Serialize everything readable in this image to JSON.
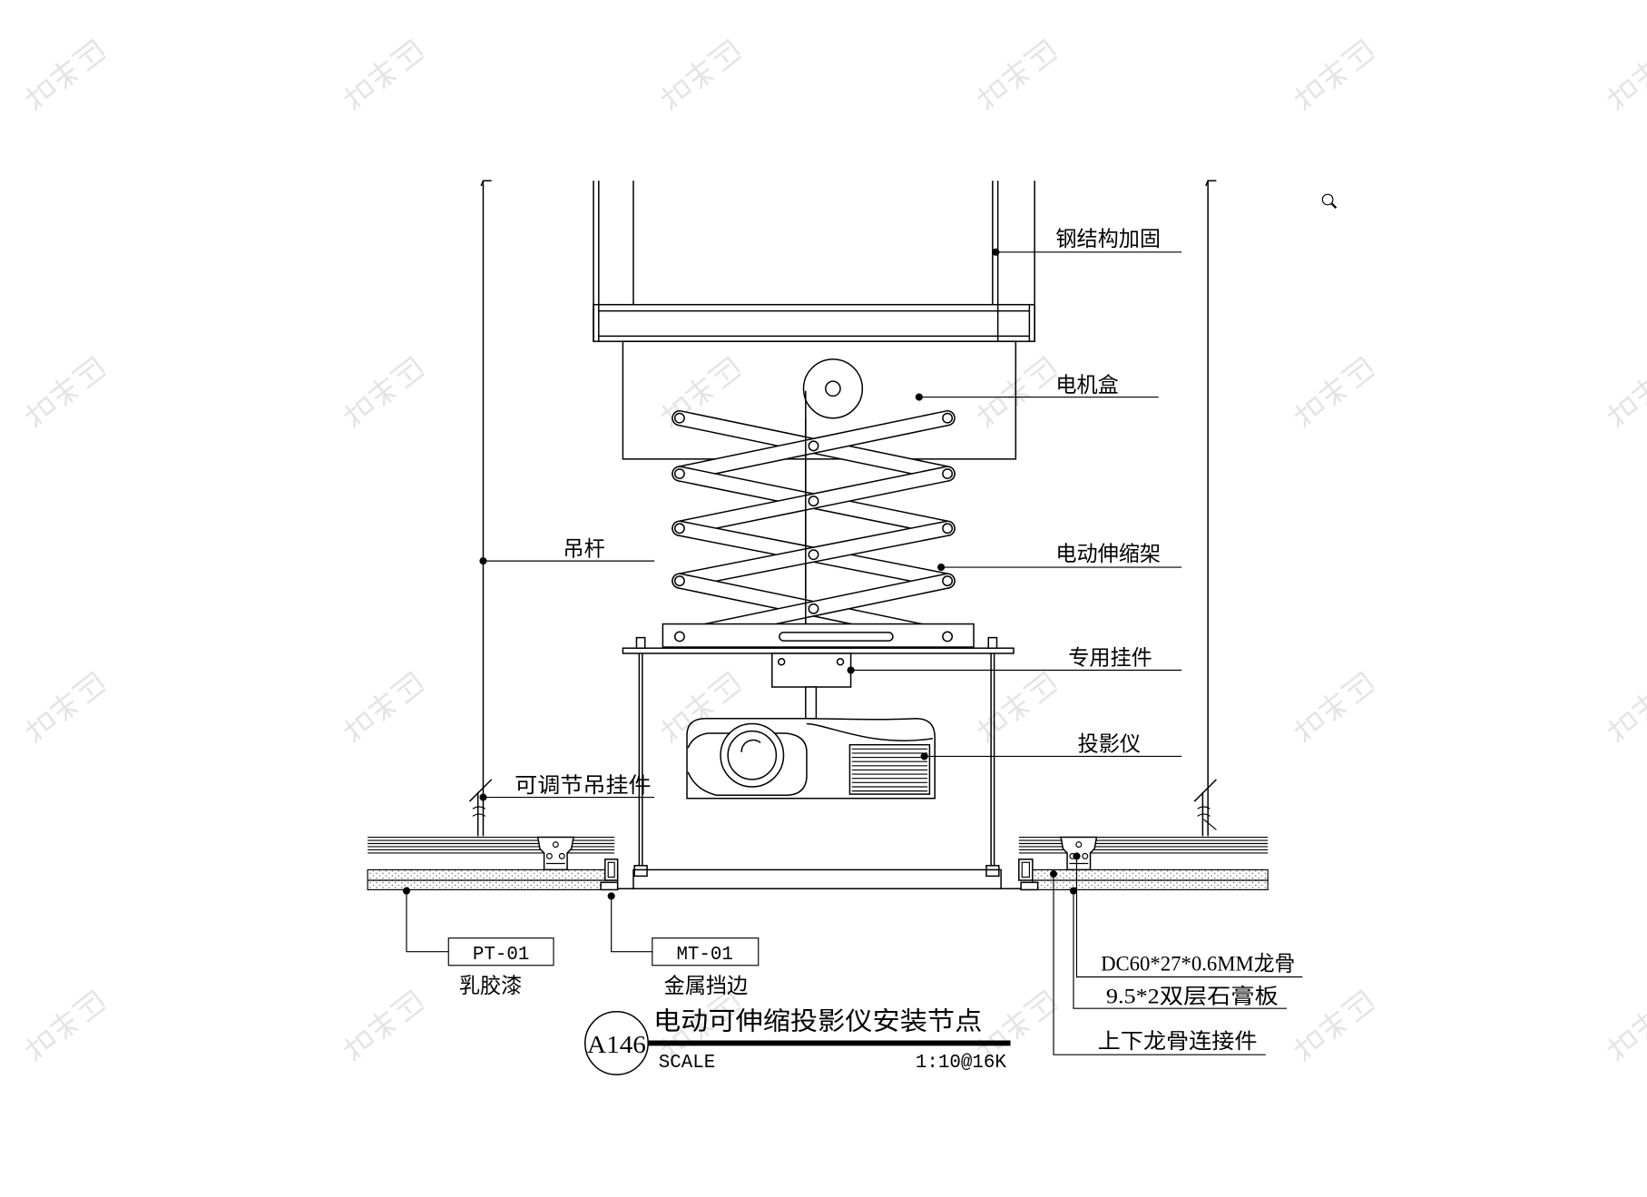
{
  "labels": {
    "steel": "钢结构加固",
    "motor_box": "电机盒",
    "hanger_rod": "吊杆",
    "scissor_frame": "电动伸缩架",
    "special_hanger": "专用挂件",
    "projector": "投影仪",
    "adjustable_hanger": "可调节吊挂件",
    "keel": "DC60*27*0.6MM龙骨",
    "gypsum": "9.5*2双层石膏板",
    "connector": "上下龙骨连接件"
  },
  "tags": [
    {
      "code": "PT-01",
      "material": "乳胶漆"
    },
    {
      "code": "MT-01",
      "material": "金属挡边"
    }
  ],
  "title_block": {
    "detail_no": "A146",
    "title": "电动可伸缩投影仪安装节点",
    "scale_label": "SCALE",
    "scale_value": "1:10@16K"
  },
  "icons": {
    "zoom": "search-icon",
    "watermark": "watermark-logo"
  },
  "colors": {
    "background": "#ffffff",
    "line": "#000000",
    "watermark": "#e4e4e4"
  }
}
